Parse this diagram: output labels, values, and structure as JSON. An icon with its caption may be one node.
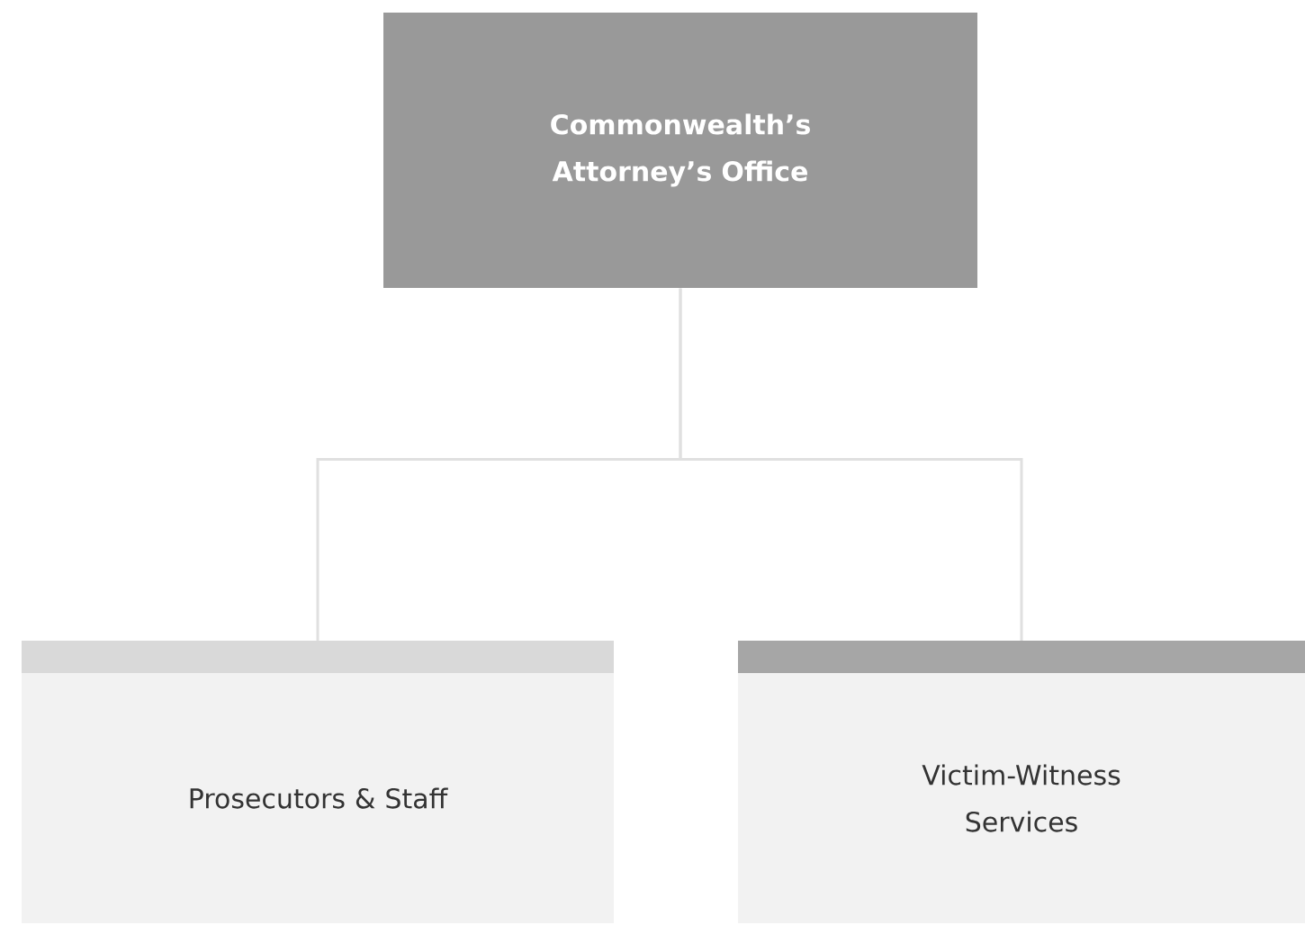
{
  "diagram": {
    "nodes": [
      {
        "text": [
          "Commonwealth’s Attorney’s Office"
        ]
      },
      {
        "text": [
          "Prosecutors & Staff"
        ]
      },
      {
        "text": [
          "Victim-Witness Services"
        ]
      }
    ],
    "edges": [
      {
        "from": 0,
        "to": 1,
        "arrow": "none"
      },
      {
        "from": 0,
        "to": 2,
        "arrow": "none"
      }
    ]
  }
}
